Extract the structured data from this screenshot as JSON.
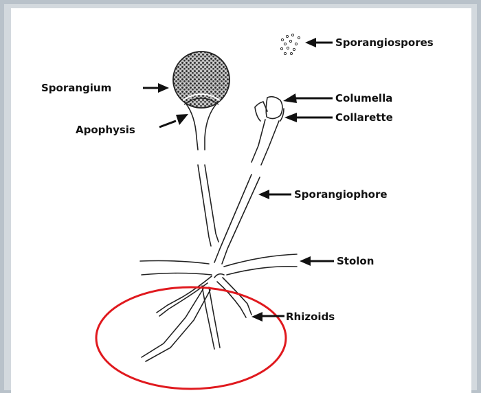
{
  "diagram": {
    "labels": {
      "sporangiospores": "Sporangiospores",
      "sporangium": "Sporangium",
      "columella": "Columella",
      "collarette": "Collarette",
      "apophysis": "Apophysis",
      "sporangiophore": "Sporangiophore",
      "stolon": "Stolon",
      "rhizoids": "Rhizoids"
    },
    "highlight_color": "#e0191e",
    "panel_color": "#ffffff",
    "border_color": "#b9c2ca"
  }
}
